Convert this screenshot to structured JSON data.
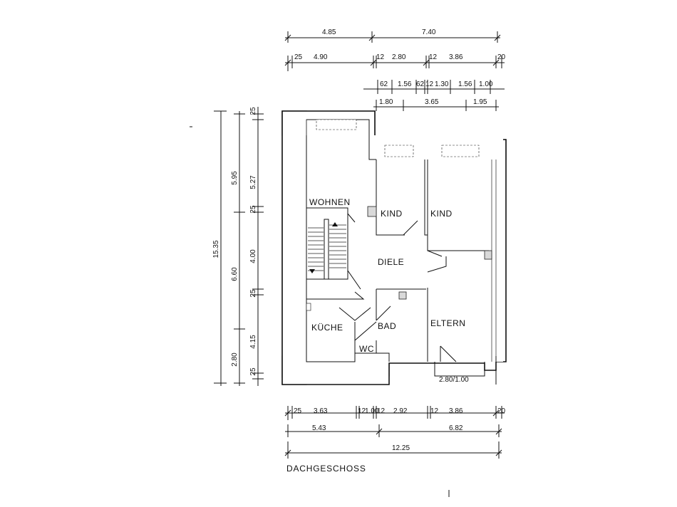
{
  "title": "DACHGESCHOSS",
  "rooms": {
    "wohnen": "WOHNEN",
    "kind1": "KIND",
    "kind2": "KIND",
    "diele": "DIELE",
    "kueche": "KÜCHE",
    "bad": "BAD",
    "wc": "WC",
    "eltern": "ELTERN"
  },
  "door_label": "2.80/1.00",
  "dims_top": {
    "row1": [
      "4.85",
      "7.40"
    ],
    "row2": [
      "25",
      "4.90",
      "12",
      "2.80",
      "12",
      "3.86",
      "20"
    ],
    "row3": [
      "62",
      "1.56",
      "62",
      "12",
      "1.30",
      "1.56",
      "1.00"
    ],
    "row4": [
      "1.80",
      "3.65",
      "1.95"
    ]
  },
  "dims_bottom": {
    "row1": [
      "25",
      "3.63",
      "12",
      "1.00",
      "12",
      "2.92",
      "12",
      "3.86",
      "20"
    ],
    "row2": [
      "5.43",
      "6.82"
    ],
    "row3": [
      "12.25"
    ]
  },
  "dims_left": {
    "outer": [
      "15.35"
    ],
    "middle": [
      "5.95",
      "6.60",
      "2.80"
    ],
    "inner": [
      "25",
      "5.27",
      "25",
      "4.00",
      "25",
      "4.15",
      "25"
    ]
  }
}
